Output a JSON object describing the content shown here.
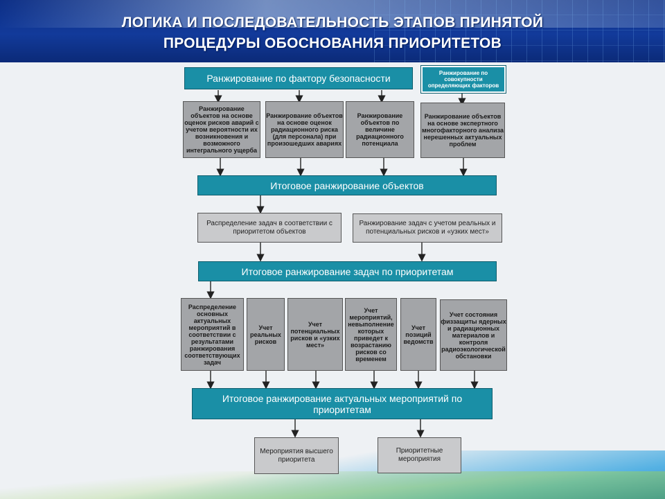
{
  "title": {
    "line1": "ЛОГИКА И ПОСЛЕДОВАТЕЛЬНОСТЬ ЭТАПОВ ПРИНЯТОЙ",
    "line2": "ПРОЦЕДУРЫ ОБОСНОВАНИЯ ПРИОРИТЕТОВ"
  },
  "top": {
    "safety": "Ранжирование по фактору безопасности",
    "combined": "Ранжирование по совокупности определяющих факторов"
  },
  "level1": [
    "Ранжирование объектов на основе оценок рисков аварий с учетом вероятности их возникновения и возможного интегрального ущерба",
    "Ранжирование объектов на основе оценок радиационного риска (для персонала) при произошедших авариях",
    "Ранжирование объектов по величине радиационного потенциала",
    "Ранжирование объектов на основе экспертного многофакторного анализа нерешенных актуальных проблем"
  ],
  "final_objects": "Итоговое ранжирование объектов",
  "level2": [
    "Распределение задач в соответствии с приоритетом объектов",
    "Ранжирование задач с учетом реальных и потенциальных рисков и «узких мест»"
  ],
  "final_tasks": "Итоговое ранжирование задач по приоритетам",
  "level3": [
    "Распределение основных актуальных мероприятий в соответствии с результатами ранжирования соответствующих задач",
    "Учет реальных рисков",
    "Учет потенциальных рисков и «узких мест»",
    "Учет мероприятий, невыполнение которых приведет к возрастанию рисков со временем",
    "Учет позиций ведомств",
    "Учет состояния физзащиты ядерных и радиационных материалов и контроля радиоэкологической обстановки"
  ],
  "final_measures": "Итоговое ранжирование актуальных мероприятий по приоритетам",
  "outputs": [
    "Мероприятия высшего приоритета",
    "Приоритетные мероприятия"
  ]
}
